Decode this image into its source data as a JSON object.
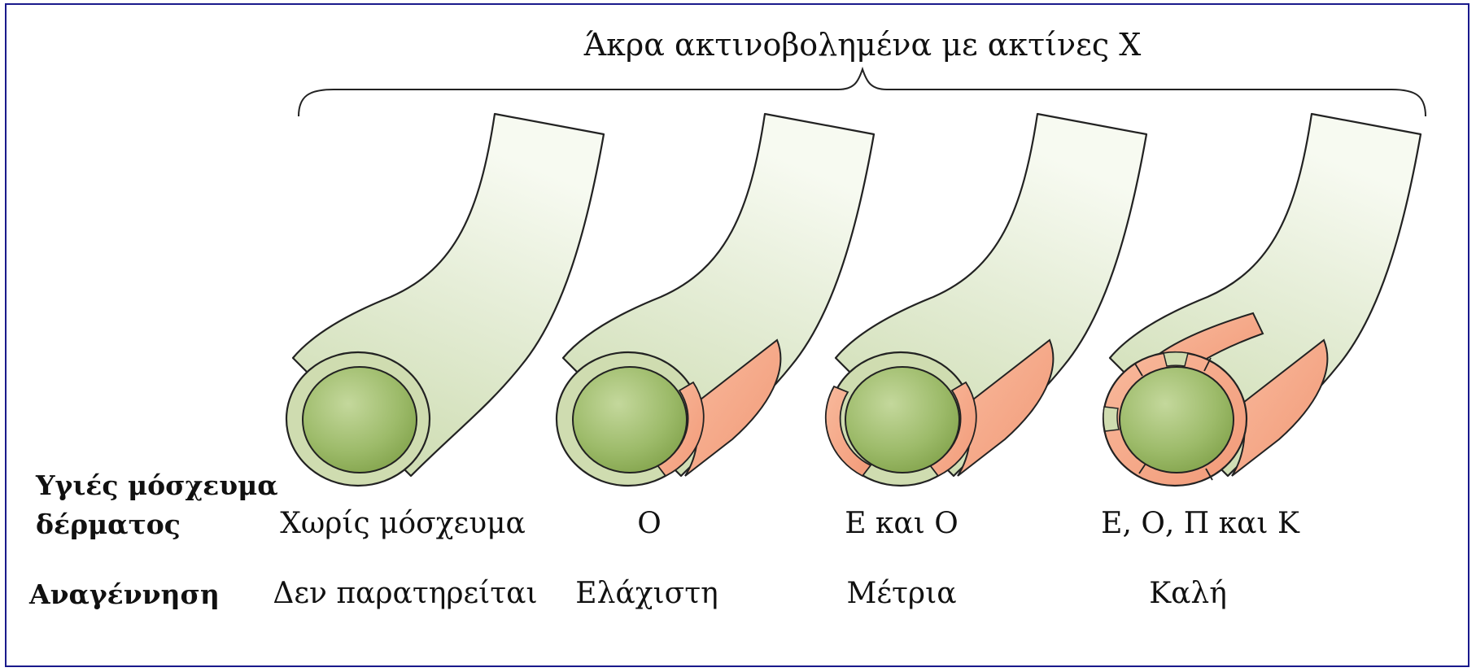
{
  "title": "Άκρα ακτινοβολημένα με ακτίνες Χ",
  "rows": {
    "graft_label_line1": "Υγιές μόσχευμα",
    "graft_label_line2": "δέρματος",
    "regeneration_label": "Αναγέννηση"
  },
  "columns": [
    {
      "graft": "Χωρίς μόσχευμα",
      "regeneration": "Δεν παρατηρείται"
    },
    {
      "graft": "Ο",
      "regeneration": "Ελάχιστη"
    },
    {
      "graft": "Ε και Ο",
      "regeneration": "Μέτρια"
    },
    {
      "graft": "Ε, Ο, Π και Κ",
      "regeneration": "Καλή"
    }
  ],
  "colors": {
    "limb_fill": "#dfe9cc",
    "limb_inner": "#a9c27c",
    "skin_graft": "#f5a98a",
    "outline": "#222222",
    "frame": "#1a1a8c"
  }
}
